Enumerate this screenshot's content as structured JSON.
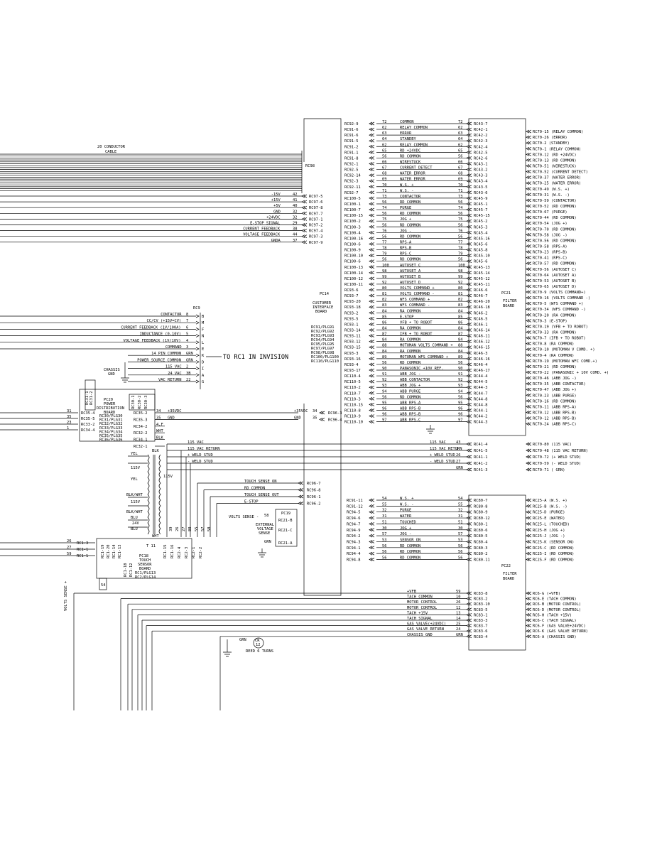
{
  "cable": {
    "line1": "20 CONDUCTOR",
    "line2": "CABLE"
  },
  "rc98": "RC98",
  "pc14": {
    "name": "PC14",
    "l1": "CUSTOMER",
    "l2": "INTERFACE",
    "l3": "BOARD",
    "plugs": [
      "RC91/PLG91",
      "RC92/PLG92",
      "RC93/PLG93",
      "RC94/PLG94",
      "RC95/PLG95",
      "RC97/PLG97",
      "RC98/PLG98",
      "RC100/PLG100",
      "RC110/PLG110"
    ]
  },
  "pc21": {
    "name": "PC21",
    "l1": "FILTER",
    "l2": "BOARD"
  },
  "pc22": {
    "name": "PC22",
    "l1": "FILTER",
    "l2": "BOARD"
  },
  "pc20": {
    "name": "PC20",
    "l1": "POWER",
    "l2": "DISTRIBUTION",
    "l3": "BOARD",
    "plugs": [
      "RC30/PLG30",
      "RC31/PLG31",
      "RC32/PLG32",
      "RC33/PLG33",
      "RC34/PLG34",
      "RC35/PLG35",
      "RC36/PLG36"
    ]
  },
  "pc18": {
    "name": "PC18",
    "l1": "TOUCH",
    "l2": "SENSOR",
    "l3": "BOARD",
    "l4": "RC1/PLG13",
    "l5": "RC2/PLG14"
  },
  "pc19": {
    "name": "PC19",
    "pins": [
      "RC21-B",
      "RC21-C",
      "RC21-A"
    ],
    "n1": "EXTERNAL",
    "n2": "VOLTAGE",
    "n3": "SENSE"
  },
  "rc9": {
    "name": "RC9",
    "rows": [
      {
        "label": "CONTACTOR",
        "num": "8",
        "pin": "B"
      },
      {
        "label": "CC/CV (+15V=CV)",
        "num": "7",
        "pin": "M"
      },
      {
        "label": "CURRENT FEEDBACK (1V/100A)",
        "num": "6",
        "pin": "F"
      },
      {
        "label": "INDUCTANCE (0-10V)",
        "num": "5",
        "pin": "N"
      },
      {
        "label": "VOLTAGE FEEDBACK (1V/10V)",
        "num": "4",
        "pin": "L"
      },
      {
        "label": "COMMAND",
        "num": "3",
        "pin": "E"
      },
      {
        "label": "14 PIN COMMON",
        "num": "GRN",
        "pin": "K"
      },
      {
        "label": "POWER SOURCE COMMON",
        "num": "GRN",
        "pin": "D"
      },
      {
        "label": "115 VAC",
        "num": "2",
        "pin": "I"
      },
      {
        "label": "24 VAC",
        "num": "3B",
        "pin": "A"
      },
      {
        "label": "VAC RETURN",
        "num": "22",
        "pin": "G"
      }
    ],
    "to_rc1": "TO RC1 IN INVISION"
  },
  "chassis_gnd": {
    "l1": "CHASSIS",
    "l2": "GND"
  },
  "rc97": [
    {
      "label": "-15V",
      "num": "42",
      "pin": "RC97-5"
    },
    {
      "label": "+15V",
      "num": "41",
      "pin": "RC97-6"
    },
    {
      "label": "+5V",
      "num": "40",
      "pin": "RC97-8"
    },
    {
      "label": "GND",
      "num": "32",
      "pin": "RC97-7"
    },
    {
      "label": "+24VDC",
      "num": "32",
      "pin": "RC97-1"
    },
    {
      "label": "E-STOP SIGNAL",
      "num": "29",
      "pin": "RC97-2"
    },
    {
      "label": "CURRENT FEEDBACK",
      "num": "38",
      "pin": "RC97-4"
    },
    {
      "label": "VOLTAGE FEEDBACK",
      "num": "44",
      "pin": "RC97-3"
    },
    {
      "label": "GNDA",
      "num": "37",
      "pin": "RC97-9"
    }
  ],
  "pc14_rows": [
    {
      "l": "RC92-9",
      "n": "72",
      "t": "COMMON",
      "p": "RC43-7",
      "r": ""
    },
    {
      "l": "RC91-6",
      "n": "62",
      "t": "RELAY COMMON",
      "p": "RC42-1",
      "r": "RC70-15 (RELAY COMMON)"
    },
    {
      "l": "RC91-6",
      "n": "63",
      "t": "ERROR",
      "p": "RC42-2",
      "r": "RC70-26 (ERROR)"
    },
    {
      "l": "RC91-5",
      "n": "64",
      "t": "STANDBY",
      "p": "RC42-3",
      "r": "RC70-2 (STANDBY)"
    },
    {
      "l": "RC91-2",
      "n": "62",
      "t": "RELAY COMMON",
      "p": "RC42-4",
      "r": "RC70-1 (RELAY COMMON)"
    },
    {
      "l": "RC91-1",
      "n": "65",
      "t": "RD +24VDC",
      "p": "RC42-5",
      "r": "RC70-12 (RD +24VDC)"
    },
    {
      "l": "RC91-8",
      "n": "56",
      "t": "RD COMMON",
      "p": "RC42-6",
      "r": "RC70-13 (RD COMMON)"
    },
    {
      "l": "RC92-1",
      "n": "66",
      "t": "WIRESTUCK",
      "p": "RC43-1",
      "r": "RC70-51 (WIRESTUCK)"
    },
    {
      "l": "RC92-5",
      "n": "67",
      "t": "CURRENT DETECT",
      "p": "RC43-2",
      "r": "RC70-52 (CURRENT DETECT)"
    },
    {
      "l": "RC92-14",
      "n": "68",
      "t": "WATER ERROR",
      "p": "RC43-3",
      "r": "RC70-37 (WATER ERROR)"
    },
    {
      "l": "RC92-3",
      "n": "69",
      "t": "WATER ERROR",
      "p": "RC43-4",
      "r": "RC70-25 (WATER ERROR)"
    },
    {
      "l": "RC92-11",
      "n": "70",
      "t": "W.S. +",
      "p": "RC43-5",
      "r": "RC70-49 (W.S. +)"
    },
    {
      "l": "RC92-7",
      "n": "71",
      "t": "W.S. -",
      "p": "RC43-6",
      "r": "RC70-31 (W.S. -)"
    },
    {
      "l": "RC100-5",
      "n": "73",
      "t": "CONTACTOR",
      "p": "RC45-9",
      "r": "RC70-59 (CONTACTOR)"
    },
    {
      "l": "RC100-1",
      "n": "56",
      "t": "RD COMMON",
      "p": "RC45-1",
      "r": "RC70-52 (RD COMMON)"
    },
    {
      "l": "RC100-7",
      "n": "74",
      "t": "PURGE",
      "p": "RC45-7",
      "r": "RC70-67 (PURGE)"
    },
    {
      "l": "RC100-15",
      "n": "56",
      "t": "RD COMMON",
      "p": "RC45-15",
      "r": "RC70-44 (RD COMMON)"
    },
    {
      "l": "RC100-2",
      "n": "75",
      "t": "JOG +",
      "p": "RC45-2",
      "r": "RC70-54 (JOG +)"
    },
    {
      "l": "RC100-3",
      "n": "56",
      "t": "RD COMMON",
      "p": "RC45-3",
      "r": "RC70-70 (RD COMMON)"
    },
    {
      "l": "RC100-4",
      "n": "76",
      "t": "JOG -",
      "p": "RC45-4",
      "r": "RC70-58 (JOG -)"
    },
    {
      "l": "RC100-16",
      "n": "56",
      "t": "RD COMMON",
      "p": "RC45-16",
      "r": "RC70-56 (RD COMMON)"
    },
    {
      "l": "RC100-6",
      "n": "77",
      "t": "RPS-A",
      "p": "RC45-6",
      "r": "RC70-58 (RPS-A)"
    },
    {
      "l": "RC100-9",
      "n": "78",
      "t": "RPS-B",
      "p": "RC45-8",
      "r": "RC70-23 (RPS-B)"
    },
    {
      "l": "RC100-10",
      "n": "79",
      "t": "RPS-C",
      "p": "RC45-10",
      "r": "RC70-41 (RPS-C)"
    },
    {
      "l": "RC100-6",
      "n": "56",
      "t": "RD COMMON",
      "p": "RC45-6",
      "r": "RC70-57 (RD COMMON)"
    },
    {
      "l": "RC100-13",
      "n": "100",
      "t": "AUTOSET C",
      "p": "RC45-13",
      "r": "RC70-56 (AUTOSET C)"
    },
    {
      "l": "RC100-14",
      "n": "98",
      "t": "AUTOSET A",
      "p": "RC45-14",
      "r": "RC70-64 (AUTOSET A)"
    },
    {
      "l": "RC100-12",
      "n": "99",
      "t": "AUTOSET B",
      "p": "RC45-12",
      "r": "RC70-53 (AUTOSET B)"
    },
    {
      "l": "RC100-11",
      "n": "92",
      "t": "AUTOSET D",
      "p": "RC45-11",
      "r": "RC70-65 (AUTOSET D)"
    },
    {
      "l": "RC93-6",
      "n": "80",
      "t": "VOLTS COMMAND +",
      "p": "RC46-6",
      "r": "RC70-9 (VOLTS COMMAND+)"
    },
    {
      "l": "RC93-7",
      "n": "81",
      "t": "VOLTS COMMAND -",
      "p": "RC46-7",
      "r": "RC70-16 (VOLTS COMMAND -)"
    },
    {
      "l": "RC93-20",
      "n": "82",
      "t": "WFS COMMAND +",
      "p": "RC46-20",
      "r": "RC70-5 (WFS COMMAND +)"
    },
    {
      "l": "RC93-18",
      "n": "83",
      "t": "WFS COMMAND -",
      "p": "RC46-18",
      "r": "RC70-34 (WFS COMMAND -)"
    },
    {
      "l": "RC93-2",
      "n": "84",
      "t": "RA COMMON",
      "p": "RC46-2",
      "r": "RC70-20 (RA COMMON)"
    },
    {
      "l": "RC93-5",
      "n": "85",
      "t": "E-STOP",
      "p": "RC46-5",
      "r": "RC70-3 (E-STOP)"
    },
    {
      "l": "RC93-1",
      "n": "86",
      "t": "VFB + TO ROBOT",
      "p": "RC46-1",
      "r": "RC70-19 (VFB + TO ROBOT)"
    },
    {
      "l": "RC93-14",
      "n": "84",
      "t": "RA COMMON",
      "p": "RC46-14",
      "r": "RC70-33 (RA COMMON)"
    },
    {
      "l": "RC93-11",
      "n": "87",
      "t": "IFB + TO ROBOT",
      "p": "RC46-11",
      "r": "RC70-7 (IFB + TO ROBOT)"
    },
    {
      "l": "RC93-12",
      "n": "84",
      "t": "RA COMMON",
      "p": "RC46-12",
      "r": "RC70-8 (RA COMMON)"
    },
    {
      "l": "RC93-15",
      "n": "88",
      "t": "MOTOMAN VOLTS COMMAND +",
      "p": "RC46-15",
      "r": "RC70-10 (MOTOMAN V COMD. +)"
    },
    {
      "l": "RC93-3",
      "n": "84",
      "t": "RA COMMON",
      "p": "RC46-3",
      "r": "RC70-4 (RA COMMON)"
    },
    {
      "l": "RC93-16",
      "n": "89",
      "t": "MOTOMAN WFS COMMAND +",
      "p": "RC46-16",
      "r": "RC70-19 (MOTOMAN WFC COMD.+)"
    },
    {
      "l": "RC93-4",
      "n": "56",
      "t": "RD COMMON",
      "p": "RC46-4",
      "r": "RC70-21 (RD COMMON)"
    },
    {
      "l": "RC93-17",
      "n": "90",
      "t": "PANASONIC +10V REF.",
      "p": "RC46-17",
      "r": "RC70-22 (PANASONIC + 10V COMD. +)"
    },
    {
      "l": "RC110-4",
      "n": "91",
      "t": "ABB JOG -",
      "p": "RC44-4",
      "r": "RC70-46 (ABB JOG -)"
    },
    {
      "l": "RC110-5",
      "n": "92",
      "t": "ABB CONTACTOR",
      "p": "RC44-5",
      "r": "RC70-35 (ABB CONTACTOR)"
    },
    {
      "l": "RC110-2",
      "n": "93",
      "t": "ABB JOG +",
      "p": "RC44-3",
      "r": "RC70-47 (ABB JOG +)"
    },
    {
      "l": "RC110-7",
      "n": "94",
      "t": "ABB PURGE",
      "p": "RC44-7",
      "r": "RC70-23 (ABB PURGE)"
    },
    {
      "l": "RC110-3",
      "n": "56",
      "t": "RD COMMON",
      "p": "RC44-8",
      "r": "RC70-16 (RD COMMON)"
    },
    {
      "l": "RC110-15",
      "n": "95",
      "t": "ABB RPS-A",
      "p": "RC44-8",
      "r": "RC70-11 (ABB RPS-A)"
    },
    {
      "l": "RC110-8",
      "n": "96",
      "t": "ABB RPS-B",
      "p": "RC44-1",
      "r": "RC70-12 (ABB RPS-B)"
    },
    {
      "l": "RC110-9",
      "n": "96",
      "t": "ABB RPS-B",
      "p": "RC44-2",
      "r": "RC70-12 (ABB RPS-B)"
    },
    {
      "l": "RC110-10",
      "n": "97",
      "t": "ABB RPS-C",
      "p": "RC44-3",
      "r": "RC70-24 (ABB RPS-C)"
    }
  ],
  "rc41": [
    {
      "t": "115 VAC",
      "n": "43",
      "p": "RC41-4",
      "r": "RC70-80 (115 VAC)"
    },
    {
      "t": "115 VAC RETURN",
      "n": "1",
      "p": "RC41-5",
      "r": "RC70-48 (115 VAC RETURN)"
    },
    {
      "t": "+ WELD STUD",
      "n": "26",
      "p": "RC41-1",
      "r": "RC70-72 (+ WELD STUD)"
    },
    {
      "t": "- WELD STUD",
      "n": "27",
      "p": "RC41-2",
      "r": "RC70-59 (- WELD STUD)"
    },
    {
      "t": "",
      "n": "GRN",
      "p": "RC41-3",
      "r": "RC70-71 ( GRN)"
    }
  ],
  "pc22_rows": [
    {
      "l": "RC91-11",
      "n": "54",
      "t": "W.S. +",
      "p": "RC80-7",
      "r": "RC25-A (W.S. +)"
    },
    {
      "l": "RC91-12",
      "n": "55",
      "t": "W.S. -",
      "p": "RC80-8",
      "r": "RC25-B (W.S. -)"
    },
    {
      "l": "RC94-5",
      "n": "32",
      "t": "PURGE",
      "p": "RC80-9",
      "r": "RC25-D (PURGE)"
    },
    {
      "l": "RC94-6",
      "n": "31",
      "t": "WATER",
      "p": "RC80-12",
      "r": "RC25-E (WATER)"
    },
    {
      "l": "RC94-7",
      "n": "51",
      "t": "TOUCHED",
      "p": "RC80-1",
      "r": "RC25-L (TOUCHED)"
    },
    {
      "l": "RC94-9",
      "n": "30",
      "t": "JOG +",
      "p": "RC80-6",
      "r": "RC25-H (JOG +)"
    },
    {
      "l": "RC94-2",
      "n": "57",
      "t": "JOG -",
      "p": "RC80-5",
      "r": "RC25-J (JOG -)"
    },
    {
      "l": "RC94-3",
      "n": "53",
      "t": "SENSOR ON",
      "p": "RC80-4",
      "r": "RC25-K (SENSOR ON)"
    },
    {
      "l": "RC94-1",
      "n": "56",
      "t": "RD COMMON",
      "p": "RC80-3",
      "r": "RC25-C (RD COMMON)"
    },
    {
      "l": "RC94-4",
      "n": "56",
      "t": "RD COMMON",
      "p": "RC80-2",
      "r": "RC25-I (RD COMMON)"
    },
    {
      "l": "RC94-8",
      "n": "56",
      "t": "RD COMMON",
      "p": "RC80-11",
      "r": "RC25-F (RD COMMON)"
    }
  ],
  "rc83": [
    {
      "t": "+VFB",
      "n": "59",
      "p": "RC83-8",
      "r": "RC6-G (+VFB)"
    },
    {
      "t": "TACH COMMON",
      "n": "10",
      "p": "RC83-2",
      "r": "RC6-E (TACH COMMON)"
    },
    {
      "t": "MOTOR CONTROL",
      "n": "26",
      "p": "RC83-10",
      "r": "RC6-B (MOTOR CONTROL)"
    },
    {
      "t": "MOTOR CONTROL",
      "n": "12",
      "p": "RC83-5",
      "r": "RC6-D (MOTOR CONTROL)"
    },
    {
      "t": "TACH +15V",
      "n": "13",
      "p": "RC83-1",
      "r": "RC6-H (TACH +15V)"
    },
    {
      "t": "TACH SIGNAL",
      "n": "14",
      "p": "RC83-3",
      "r": "RC6-C (TACH SIGNAL)"
    },
    {
      "t": "GAS VALVE(+24VDC)",
      "n": "25",
      "p": "RC83-7",
      "r": "RC6-F (GAS VALVE+24VDC)"
    },
    {
      "t": "GAS VALVE RETURN",
      "n": "24",
      "p": "RC83-6",
      "r": "RC6-K (GAS VALVE RETURN)"
    },
    {
      "t": "CHASSIS GND",
      "n": "GRN",
      "p": "RC83-4",
      "r": "RC6-A (CHASSIS GND)"
    }
  ],
  "pc20_left": [
    {
      "n": "31",
      "p": "RC35-4"
    },
    {
      "n": "35",
      "p": "RC35-5"
    },
    {
      "n": "23",
      "p": "RC33-2"
    },
    {
      "n": "1",
      "p": "RC34-4"
    }
  ],
  "pc20_right": [
    {
      "p": "RC35-2",
      "n": "34",
      "t": "+35VDC"
    },
    {
      "p": "RC35-3",
      "n": "35",
      "t": "GND"
    },
    {
      "p": "RC34-2",
      "n": "4,F",
      "t": ""
    },
    {
      "p": "RC32-2",
      "n": "WHT",
      "t": ""
    },
    {
      "p": "RC34-1",
      "n": "BLK",
      "t": ""
    },
    {
      "p": "RC32-1",
      "n": "",
      "t": ""
    }
  ],
  "rc96": [
    {
      "t": "+35VDC",
      "n": "34",
      "p": "RC96-3"
    },
    {
      "t": "GND",
      "n": "35",
      "p": "RC96-4"
    }
  ],
  "mid_lines": [
    {
      "t": "115 VAC"
    },
    {
      "t": "115 VAC RETURN"
    },
    {
      "t": "+ WELD STUD"
    },
    {
      "t": "- WELD STUD"
    }
  ],
  "touch": [
    {
      "t": "TOUCH SENSE ON",
      "p": "RC96-7"
    },
    {
      "t": "RD COMMON",
      "p": "RC96-8"
    },
    {
      "t": "TOUCH SENSE OUT",
      "p": "RC96-1"
    },
    {
      "t": "E-STOP",
      "p": "RC96-2"
    }
  ],
  "transformer": {
    "name": "T 11",
    "w1": "YEL",
    "w2": "YEL",
    "w3": "BLK/WHT",
    "w4": "BLK/WHT",
    "w5": "BLU",
    "w6": "BLU",
    "v1": "115V",
    "v2": "115V",
    "v3": "24V",
    "v4": "115V",
    "b1": "BLK",
    "b2": "WHT"
  },
  "pc18_left": [
    {
      "n": "26",
      "p": "RC1-3"
    },
    {
      "n": "27",
      "p": "RC1-1"
    },
    {
      "n": "59",
      "p": "RC1-1"
    }
  ],
  "pc18_vert": [
    "RC1-19",
    "RC1-20",
    "RC1-14",
    "RC1-13",
    "RC1-18",
    "RC1-12",
    "RC1-15",
    "RC1-16",
    "RC2-4",
    "RC2-3",
    "RC2-1",
    "RC2-2"
  ],
  "pc18_nums": [
    "39",
    "26",
    "27",
    "80",
    "55",
    "57",
    "58"
  ],
  "rc31_vert": [
    "RC31-1",
    "RC31-2"
  ],
  "pc20_vert": [
    "RC30-1",
    "RC30-2",
    "RC30-3"
  ],
  "volts_sense": "VOLTS SENSE +",
  "volts_sense2": "VOLTS SENSE -",
  "vs_num": "58",
  "cr": {
    "l1": "CR",
    "l2": "12"
  },
  "reed": "REED 6 TURNS",
  "grn": "GRN",
  "box54": "54"
}
